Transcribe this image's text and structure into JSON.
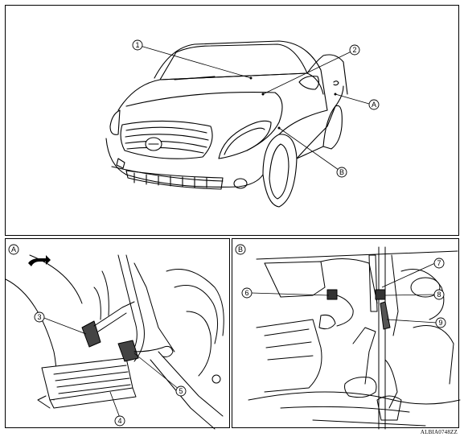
{
  "top_view": {
    "callouts": [
      "1",
      "2",
      "A",
      "B"
    ]
  },
  "detail_a": {
    "panel_letter": "A",
    "callouts": [
      "3",
      "4",
      "5"
    ]
  },
  "detail_b": {
    "panel_letter": "B",
    "callouts": [
      "6",
      "7",
      "8",
      "9"
    ]
  },
  "figure_code": "ALBIA0748ZZ",
  "icons": [
    "front-arrow-icon"
  ]
}
